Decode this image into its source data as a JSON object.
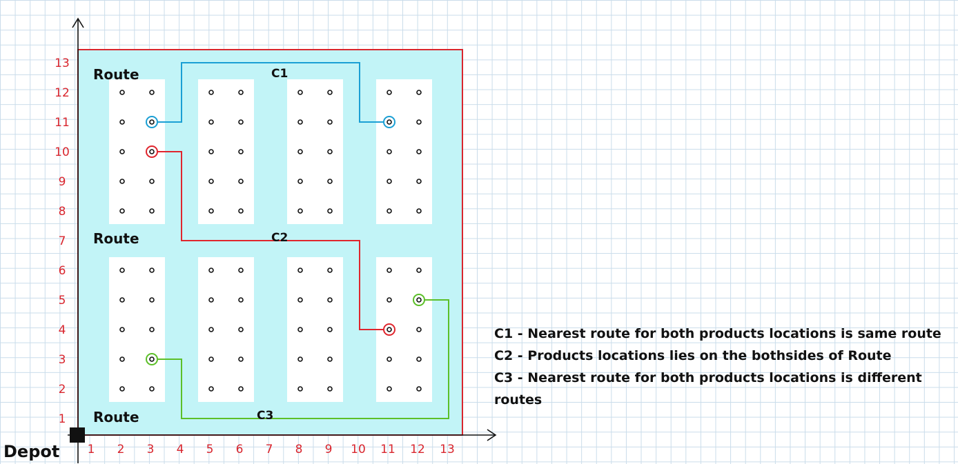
{
  "x_axis": {
    "ticks": [
      "1",
      "2",
      "3",
      "4",
      "5",
      "6",
      "7",
      "8",
      "9",
      "10",
      "11",
      "12",
      "13"
    ]
  },
  "y_axis": {
    "ticks": [
      "1",
      "2",
      "3",
      "4",
      "5",
      "6",
      "7",
      "8",
      "9",
      "10",
      "11",
      "12",
      "13"
    ]
  },
  "route_labels": [
    "Route",
    "Route",
    "Route"
  ],
  "depot_label": "Depot",
  "path_labels": {
    "c1": "C1",
    "c2": "C2",
    "c3": "C3"
  },
  "legend": [
    "C1 - Nearest route for both products locations is same route",
    "C2 - Products locations lies on the bothsides of Route",
    "C3 - Nearest route for both products locations is different routes"
  ],
  "colors": {
    "aisle": "#c2f4f7",
    "border": "#d9252d",
    "c1": "#1a9fd4",
    "c2": "#e0252d",
    "c3": "#5cbf28",
    "axis_ticks": "#d9252d"
  },
  "chart_data": {
    "type": "diagram",
    "grid": {
      "x_max": 13,
      "y_max": 13
    },
    "storage_columns": [
      2,
      3,
      5,
      6,
      8,
      9,
      11,
      12
    ],
    "storage_rows": [
      2,
      3,
      4,
      5,
      6,
      8,
      9,
      10,
      11,
      12
    ],
    "cross_aisles_y": [
      1,
      7,
      13
    ],
    "paths": [
      {
        "name": "C1",
        "color_key": "c1",
        "points": [
          [
            3,
            11
          ],
          [
            4,
            11
          ],
          [
            4,
            13
          ],
          [
            10,
            13
          ],
          [
            10,
            11
          ],
          [
            11,
            11
          ]
        ]
      },
      {
        "name": "C2",
        "color_key": "c2",
        "points": [
          [
            3,
            10
          ],
          [
            4,
            10
          ],
          [
            4,
            7
          ],
          [
            10,
            7
          ],
          [
            10,
            4
          ],
          [
            11,
            4
          ]
        ]
      },
      {
        "name": "C3",
        "color_key": "c3",
        "points": [
          [
            3,
            3
          ],
          [
            4,
            3
          ],
          [
            4,
            1
          ],
          [
            13,
            1
          ],
          [
            13,
            5
          ],
          [
            12,
            5
          ]
        ]
      }
    ],
    "targets": [
      {
        "path": "C1",
        "x": 3,
        "y": 11
      },
      {
        "path": "C1",
        "x": 11,
        "y": 11
      },
      {
        "path": "C2",
        "x": 3,
        "y": 10
      },
      {
        "path": "C2",
        "x": 11,
        "y": 4
      },
      {
        "path": "C3",
        "x": 3,
        "y": 3
      },
      {
        "path": "C3",
        "x": 12,
        "y": 5
      }
    ]
  }
}
